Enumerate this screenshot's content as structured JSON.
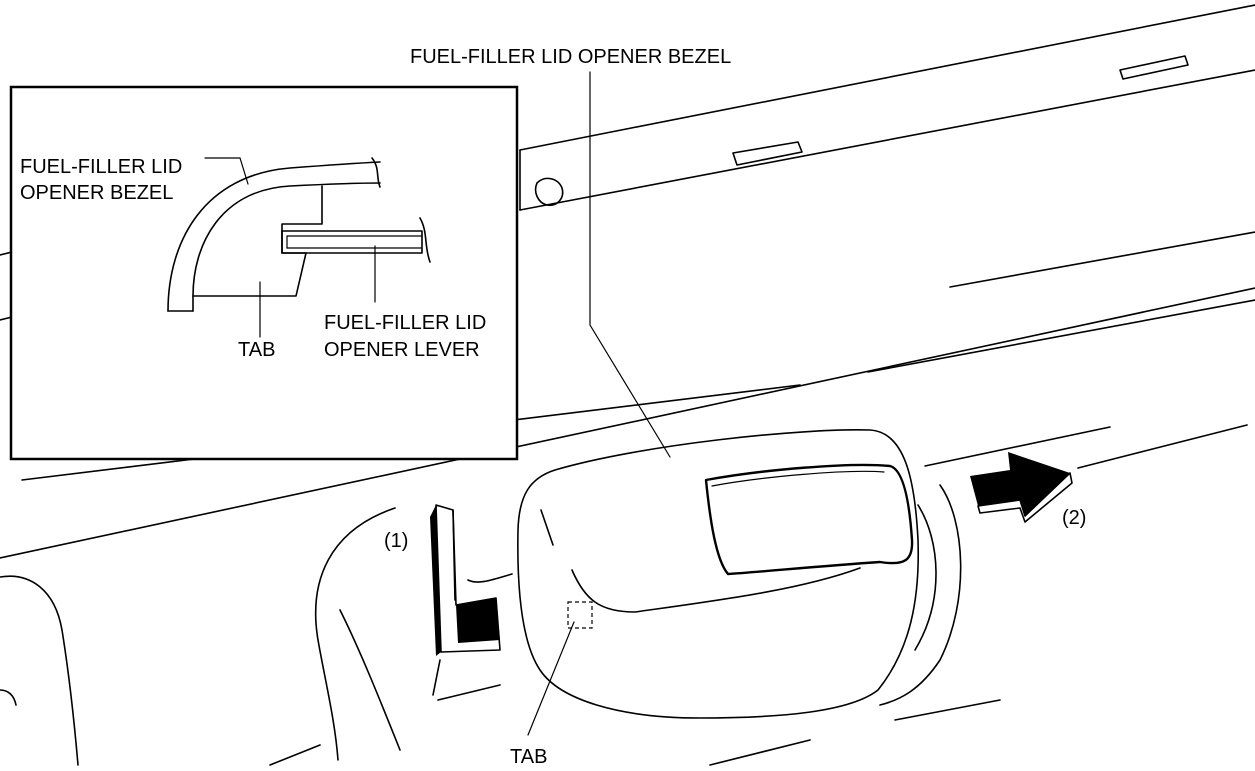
{
  "labels": {
    "main_bezel": "FUEL-FILLER LID OPENER BEZEL",
    "inset_bezel_line1": "FUEL-FILLER LID",
    "inset_bezel_line2": "OPENER BEZEL",
    "inset_tab": "TAB",
    "inset_lever_line1": "FUEL-FILLER LID",
    "inset_lever_line2": "OPENER LEVER",
    "step1": "(1)",
    "step2": "(2)",
    "main_tab": "TAB"
  },
  "colors": {
    "line": "#000000",
    "background": "#ffffff",
    "fill_dark": "#000000"
  },
  "icons": {
    "step2_arrow": "right-arrow-icon",
    "step1_tool": "pry-tool-icon"
  }
}
